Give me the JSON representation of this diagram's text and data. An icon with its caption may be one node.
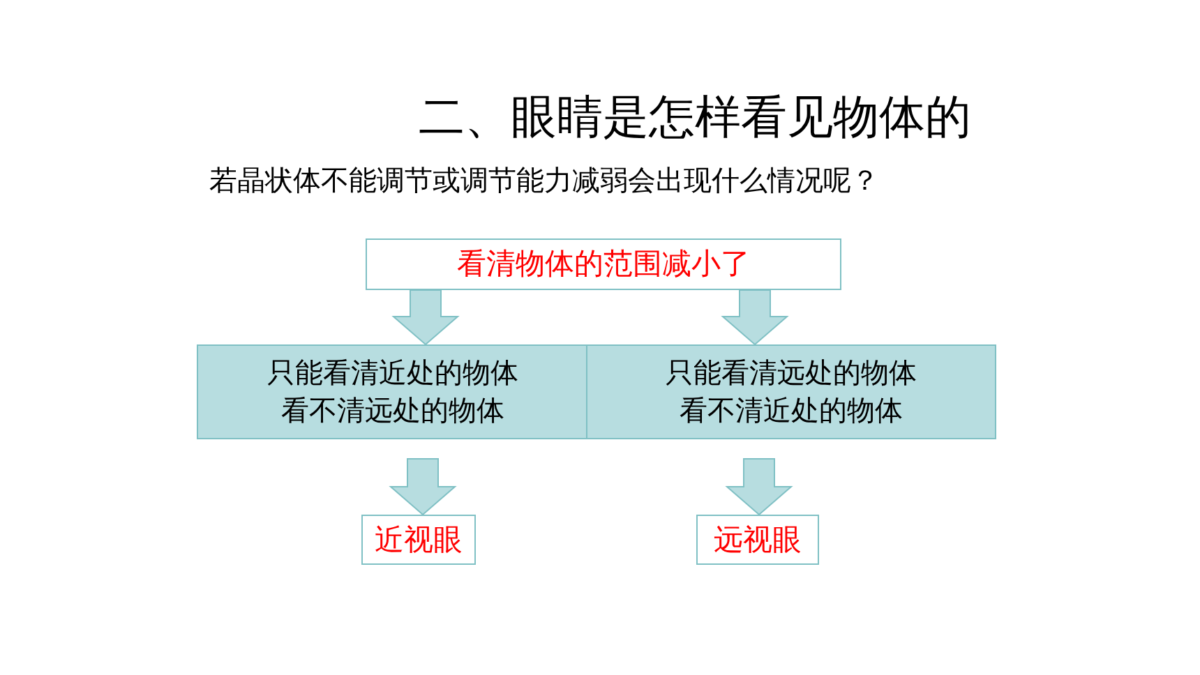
{
  "diagram": {
    "title": "二、眼睛是怎样看见物体的",
    "caption": "若晶状体不能调节或调节能力减弱会出现什么情况呢？",
    "nodes": [
      {
        "text": [
          "看清物体的范围减小了"
        ]
      },
      {
        "text": [
          "只能看清近处的物体看不清远处的物体"
        ]
      },
      {
        "text": [
          "只能看清远处的物体看不清近处的物体"
        ]
      },
      {
        "text": [
          "近视眼"
        ]
      },
      {
        "text": [
          "远视眼"
        ]
      }
    ],
    "edges": [
      {
        "from": 0,
        "to": 1,
        "arrow": "to"
      },
      {
        "from": 0,
        "to": 2,
        "arrow": "to"
      },
      {
        "from": 1,
        "to": 3,
        "arrow": "to"
      },
      {
        "from": 2,
        "to": 4,
        "arrow": "to"
      }
    ]
  }
}
